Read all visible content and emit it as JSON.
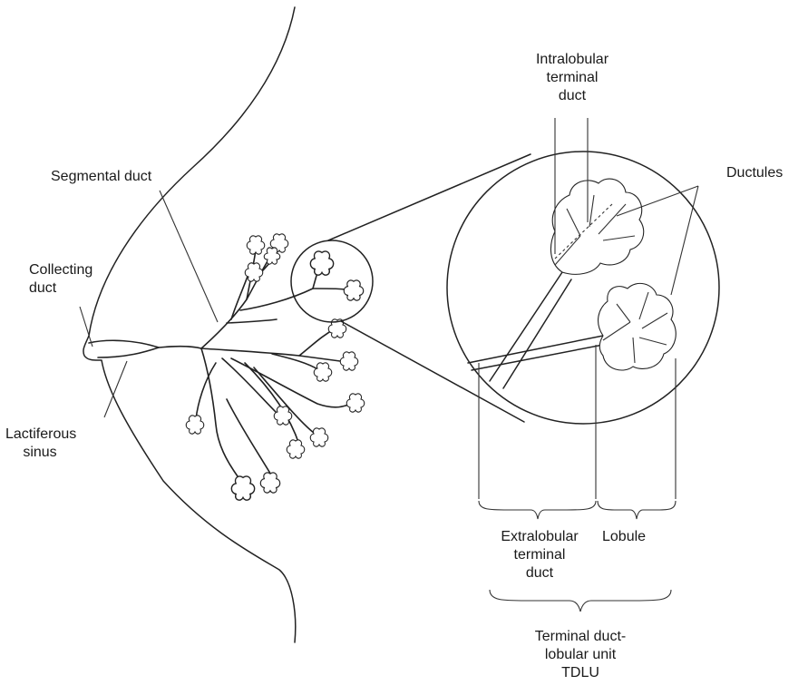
{
  "labels": {
    "intralobular": "Intralobular\nterminal\nduct",
    "ductules": "Ductules",
    "segmental": "Segmental duct",
    "collecting": "Collecting\nduct",
    "lactiferous": "Lactiferous\nsinus",
    "extralobular": "Extralobular\nterminal\nduct",
    "lobule": "Lobule",
    "tdlu": "Terminal duct-\nlobular unit\nTDLU"
  }
}
